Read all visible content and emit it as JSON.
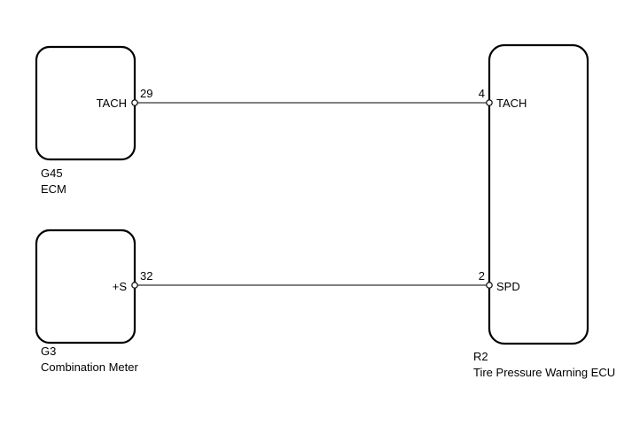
{
  "components": {
    "ecm": {
      "code": "G45",
      "name": "ECM",
      "pin_label": "TACH",
      "pin_number": "29"
    },
    "meter": {
      "code": "G3",
      "name": "Combination Meter",
      "pin_label": "+S",
      "pin_number": "32"
    },
    "tpw_ecu": {
      "code": "R2",
      "name": "Tire Pressure Warning ECU",
      "pins": [
        {
          "label": "TACH",
          "number": "4"
        },
        {
          "label": "SPD",
          "number": "2"
        }
      ]
    }
  },
  "colors": {
    "line": "#000000",
    "background": "#ffffff"
  }
}
